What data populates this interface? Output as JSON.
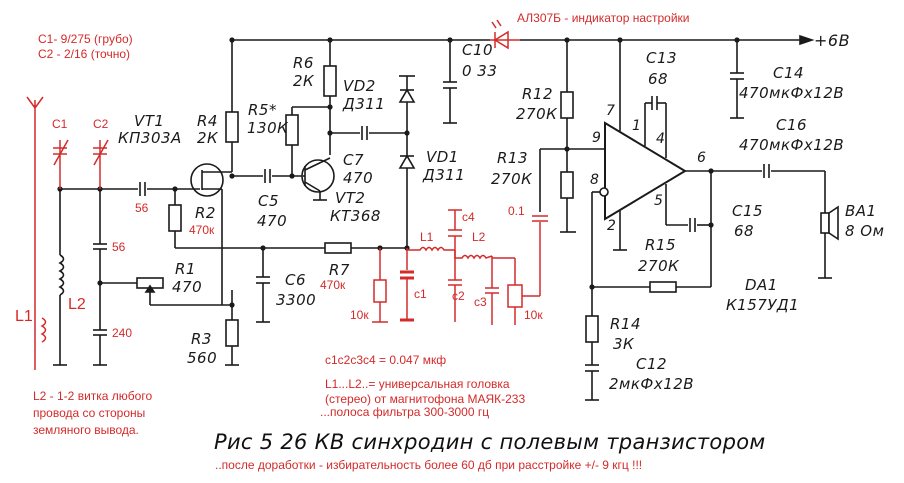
{
  "notes": {
    "c1_range": "C1- 9/275 (грубо)",
    "c2_range": "C2 - 2/16 (точно)",
    "led_note": "АЛ307Б - индикатор настройки",
    "l2_note": [
      "L2 - 1-2 витка любого",
      "провода со стороны",
      "земляного вывода."
    ],
    "caps_note": "c1c2c3c4 = 0.047 мкф",
    "head_note": [
      "L1...L2..= универсальная головка",
      "(стерео) от магнитофона МАЯК-233",
      "...полоса фильтра 300-3000 гц"
    ],
    "improvement_note": "..после доработки - избирательность более 60 дб  при расстройке +/- 9 кгц !!!"
  },
  "caption": "Рис  5 26  КВ синхродин с полевым транзистором",
  "supply": "+6В",
  "components": {
    "C1": {
      "name": "C1"
    },
    "C2": {
      "name": "C2"
    },
    "C_in": {
      "value": "56"
    },
    "C_div1": {
      "value": "56"
    },
    "C_div2": {
      "value": "240"
    },
    "L1_ant": {
      "name": "L1"
    },
    "L2_ant": {
      "name": "L2"
    },
    "VT1": {
      "name": "VT1",
      "value": "КП303А"
    },
    "R1": {
      "name": "R1",
      "value": "470"
    },
    "R2": {
      "name": "R2",
      "value": "470к"
    },
    "R3": {
      "name": "R3",
      "value": "560"
    },
    "R4": {
      "name": "R4",
      "value": "2К"
    },
    "R5": {
      "name": "R5*",
      "value": "130К"
    },
    "R6": {
      "name": "R6",
      "value": "2К"
    },
    "R7": {
      "name": "R7",
      "value": "470к"
    },
    "C5": {
      "name": "C5",
      "value": "470"
    },
    "C6": {
      "name": "C6",
      "value": "3300"
    },
    "C7": {
      "name": "C7",
      "value": "470"
    },
    "VT2": {
      "name": "VT2",
      "value": "КТ368"
    },
    "VD1": {
      "name": "VD1",
      "value": "Д311"
    },
    "VD2": {
      "name": "VD2",
      "value": "Д311"
    },
    "C10": {
      "name": "C10",
      "value": "0 33"
    },
    "R12": {
      "name": "R12",
      "value": "270К"
    },
    "R13": {
      "name": "R13",
      "value": "270К"
    },
    "C13": {
      "name": "C13",
      "value": "68"
    },
    "C14": {
      "name": "C14",
      "value": "470мкФх12В"
    },
    "C15": {
      "name": "C15",
      "value": "68"
    },
    "C16": {
      "name": "C16",
      "value": "470мкФх12В"
    },
    "R14": {
      "name": "R14",
      "value": "3К"
    },
    "R15": {
      "name": "R15",
      "value": "270К"
    },
    "C12": {
      "name": "C12",
      "value": "2мкФх12В"
    },
    "DA1": {
      "name": "DA1",
      "value": "К157УД1"
    },
    "BA1": {
      "name": "BA1",
      "value": "8 Ом"
    },
    "filter": {
      "L1": "L1",
      "L2": "L2",
      "c1": "c1",
      "c2": "c2",
      "c3": "c3",
      "c4": "c4",
      "r_load": "10к",
      "pot": "10к",
      "c_coupling": "0.1"
    }
  },
  "opamp_pins": [
    "7",
    "1",
    "4",
    "9",
    "8",
    "6",
    "5",
    "2"
  ]
}
